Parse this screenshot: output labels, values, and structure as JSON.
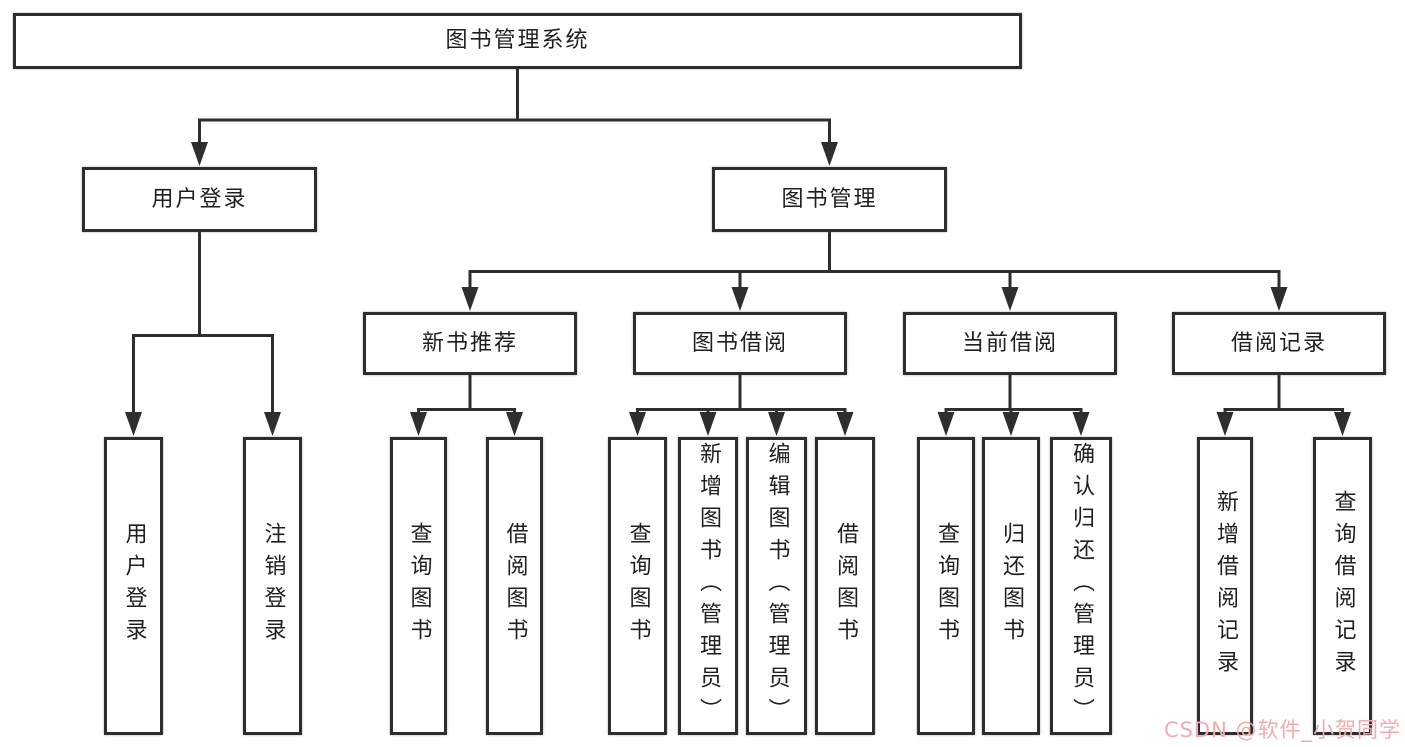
{
  "diagram": {
    "title": "图书管理系统",
    "nodes": {
      "root": {
        "label": "图书管理系统"
      },
      "login": {
        "label": "用户登录",
        "children": [
          {
            "label": "用户登录"
          },
          {
            "label": "注销登录"
          }
        ]
      },
      "mgmt": {
        "label": "图书管理",
        "children": [
          {
            "label": "新书推荐",
            "children": [
              {
                "label": "查询图书"
              },
              {
                "label": "借阅图书"
              }
            ]
          },
          {
            "label": "图书借阅",
            "children": [
              {
                "label": "查询图书"
              },
              {
                "label": "新增图书（管理员）"
              },
              {
                "label": "编辑图书（管理员）"
              },
              {
                "label": "借阅图书"
              }
            ]
          },
          {
            "label": "当前借阅",
            "children": [
              {
                "label": "查询图书"
              },
              {
                "label": "归还图书"
              },
              {
                "label": "确认归还（管理员）"
              }
            ]
          },
          {
            "label": "借阅记录",
            "children": [
              {
                "label": "新增借阅记录"
              },
              {
                "label": "查询借阅记录"
              }
            ]
          }
        ]
      }
    }
  },
  "colors": {
    "line": "#2e2e2e",
    "box_border": "#2d2d2d",
    "background": "#ffffff",
    "text": "#1f1f1f",
    "watermark": "#f0adaf"
  },
  "watermark": {
    "text": "CSDN @软件_小贺同学"
  }
}
